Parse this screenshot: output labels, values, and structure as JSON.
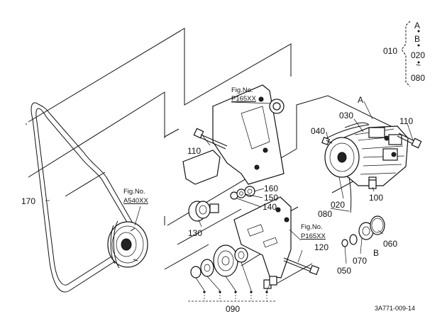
{
  "callouts": {
    "p010": "010",
    "p020_top": "020",
    "p080_top": "080",
    "key_a": "A",
    "key_b": "B",
    "tilde": "~",
    "p030": "030",
    "p040": "040",
    "p110_right": "110",
    "p110_left": "110",
    "p100": "100",
    "p020": "020",
    "p080": "080",
    "p060": "060",
    "p070": "070",
    "p050": "050",
    "b_marker": "B",
    "a_marker": "A",
    "p120": "120",
    "p130": "130",
    "p140": "140",
    "p150": "150",
    "p160": "160",
    "p170": "170",
    "p090": "090"
  },
  "fig_refs": {
    "p165_top_line1": "Fig.No.",
    "p165_top_line2": "P165XX",
    "p165_mid_line1": "Fig.No.",
    "p165_mid_line2": "P165XX",
    "a540_line1": "Fig.No.",
    "a540_line2": "A540XX"
  },
  "drawing_number": "3A771-009-14"
}
